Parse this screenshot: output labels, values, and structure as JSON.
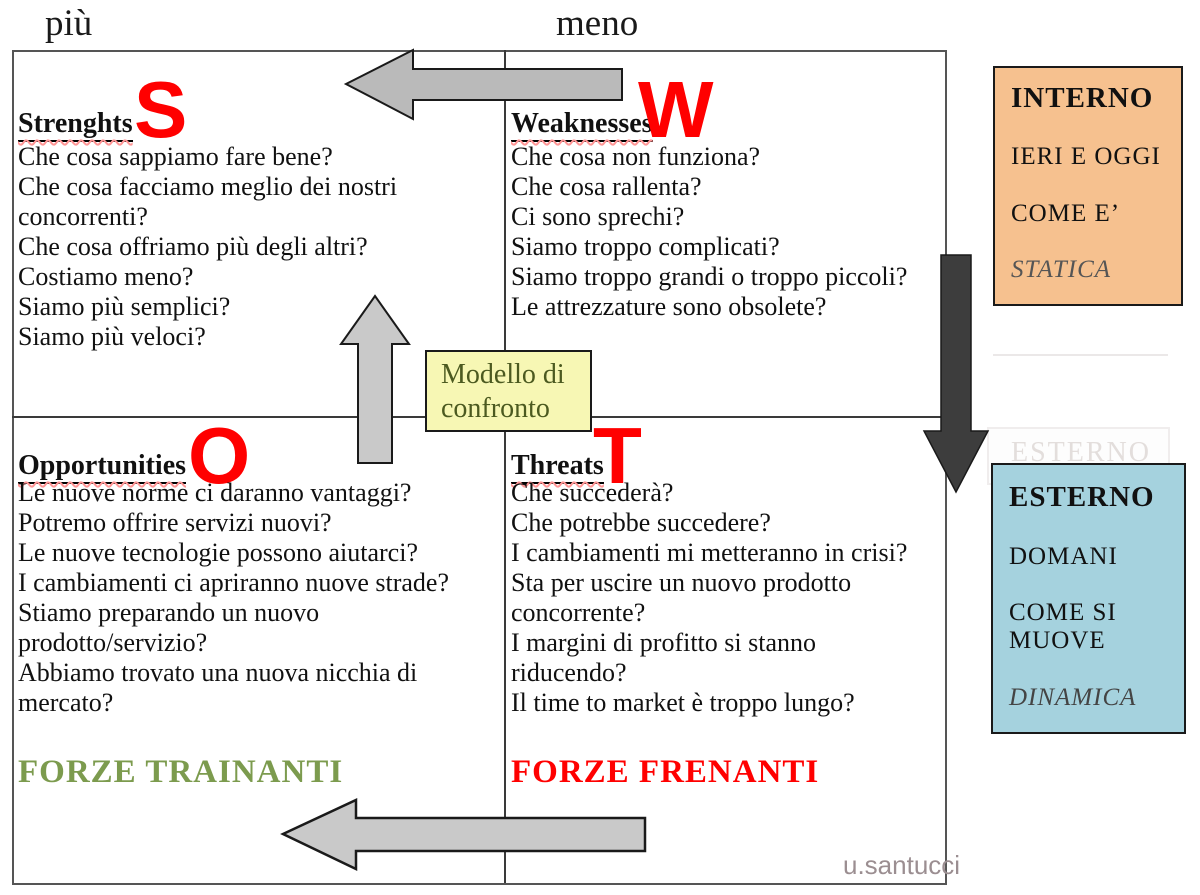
{
  "slide": {
    "scale_labels": {
      "left": "più",
      "right": "meno"
    },
    "watermark": "u.santucci"
  },
  "quadrants": {
    "strengths": {
      "title": "Strenghts",
      "letter": "S",
      "questions": [
        "Che cosa sappiamo fare bene?",
        "Che cosa facciamo meglio dei nostri concorrenti?",
        "Che cosa offriamo più degli altri?",
        "Costiamo meno?",
        "Siamo più semplici?",
        "Siamo più veloci?"
      ]
    },
    "weaknesses": {
      "title": "Weaknesses",
      "letter": "W",
      "questions": [
        "Che cosa non funziona?",
        "Che cosa rallenta?",
        "Ci sono sprechi?",
        "Siamo troppo complicati?",
        "Siamo troppo grandi o troppo piccoli?",
        "Le attrezzature sono obsolete?"
      ]
    },
    "opportunities": {
      "title": "Opportunities",
      "letter": "O",
      "questions": [
        "Le nuove norme ci daranno vantaggi?",
        "Potremo offrire servizi nuovi?",
        "Le nuove tecnologie possono aiutarci?",
        "I cambiamenti ci apriranno nuove strade?",
        "Stiamo preparando un nuovo prodotto/servizio?",
        "Abbiamo trovato una nuova nicchia di mercato?"
      ],
      "footer": "FORZE TRAINANTI"
    },
    "threats": {
      "title": "Threats",
      "letter": "T",
      "questions": [
        "Che succederà?",
        "Che potrebbe succedere?",
        "I cambiamenti mi metteranno in crisi?",
        "Sta per uscire un nuovo prodotto concorrente?",
        "I margini di profitto si stanno riducendo?",
        "Il time to market è troppo lungo?"
      ],
      "footer": "FORZE FRENANTI"
    }
  },
  "center_box": {
    "label": "Modello di confronto"
  },
  "side_panels": {
    "interno": {
      "title": "INTERNO",
      "line1": "IERI E OGGI",
      "line2": "COME E’",
      "italic_line": "STATICA"
    },
    "esterno_ghost": {
      "title": "ESTERNO"
    },
    "esterno": {
      "title": "ESTERNO",
      "line1": "DOMANI",
      "line2": "COME SI MUOVE",
      "italic_line": "DINAMICA"
    }
  },
  "colors": {
    "accent_red": "#ff0000",
    "trainanti_green": "#7c9b4e",
    "interno_bg": "#f6c18f",
    "esterno_bg": "#a5d2de",
    "center_box_bg": "#f7f7b4",
    "arrow_light_gray": "#bababa",
    "arrow_dither_gray": "#c9c9c9",
    "arrow_dark_gray": "#3d3d3d"
  }
}
